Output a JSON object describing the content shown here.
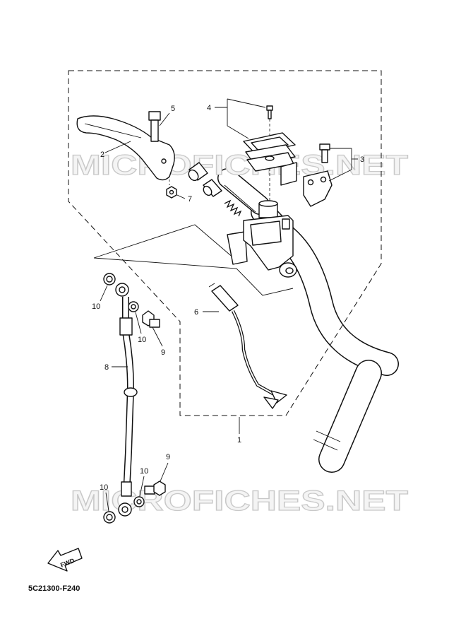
{
  "diagram": {
    "callouts": [
      "5",
      "2",
      "4",
      "3",
      "7",
      "6",
      "10",
      "10",
      "9",
      "8",
      "1",
      "9",
      "10",
      "10"
    ],
    "part_code": "5C21300-F240",
    "fwd_label": "FWD",
    "watermark": "MICROFICHES.NET"
  }
}
